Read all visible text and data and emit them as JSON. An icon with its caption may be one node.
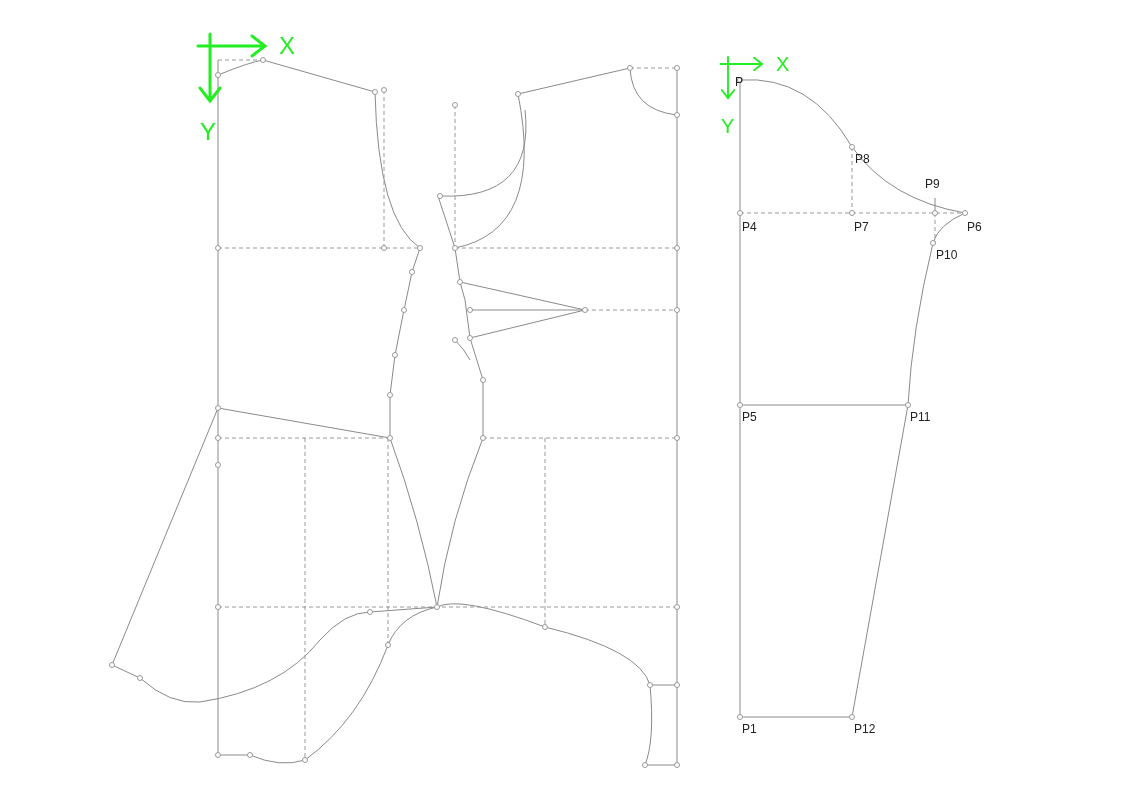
{
  "diagram": {
    "labels": [
      "X",
      "Y",
      "X",
      "Y",
      "P",
      "P8",
      "P9",
      "P4",
      "P7",
      "P6",
      "P10",
      "P5",
      "P11",
      "P1",
      "P12"
    ]
  }
}
